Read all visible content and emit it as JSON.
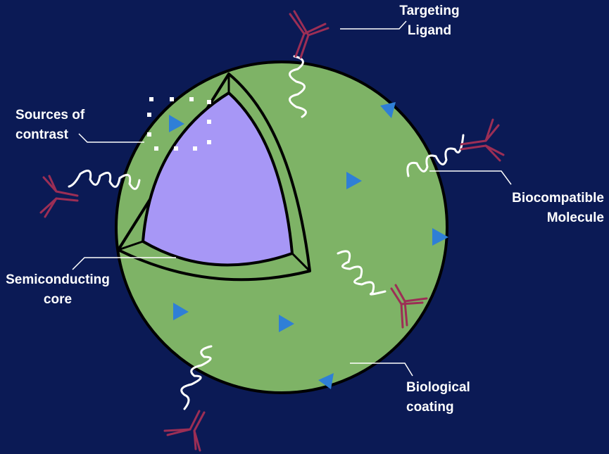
{
  "labels": {
    "targeting_ligand": [
      "Targeting",
      "Ligand"
    ],
    "sources_of_contrast": [
      "Sources of",
      "contrast"
    ],
    "biocompatible_molecule": [
      "Biocompatible",
      "Molecule"
    ],
    "semiconducting_core": [
      "Semiconducting",
      "core"
    ],
    "biological_coating": [
      "Biological",
      "coating"
    ]
  },
  "colors": {
    "background": "#0b1a55",
    "coating": "#7eb366",
    "shell": "#7eb366",
    "core": "#a797f6",
    "outline": "#000000",
    "contrast_marker": "#2f7fd6",
    "ligand": "#9c2e55",
    "spring": "#ffffff",
    "leader_line": "#ffffff"
  },
  "icons": {
    "contrast_marker": "triangle",
    "ligand": "antibody-y",
    "linker": "spring-coil"
  }
}
